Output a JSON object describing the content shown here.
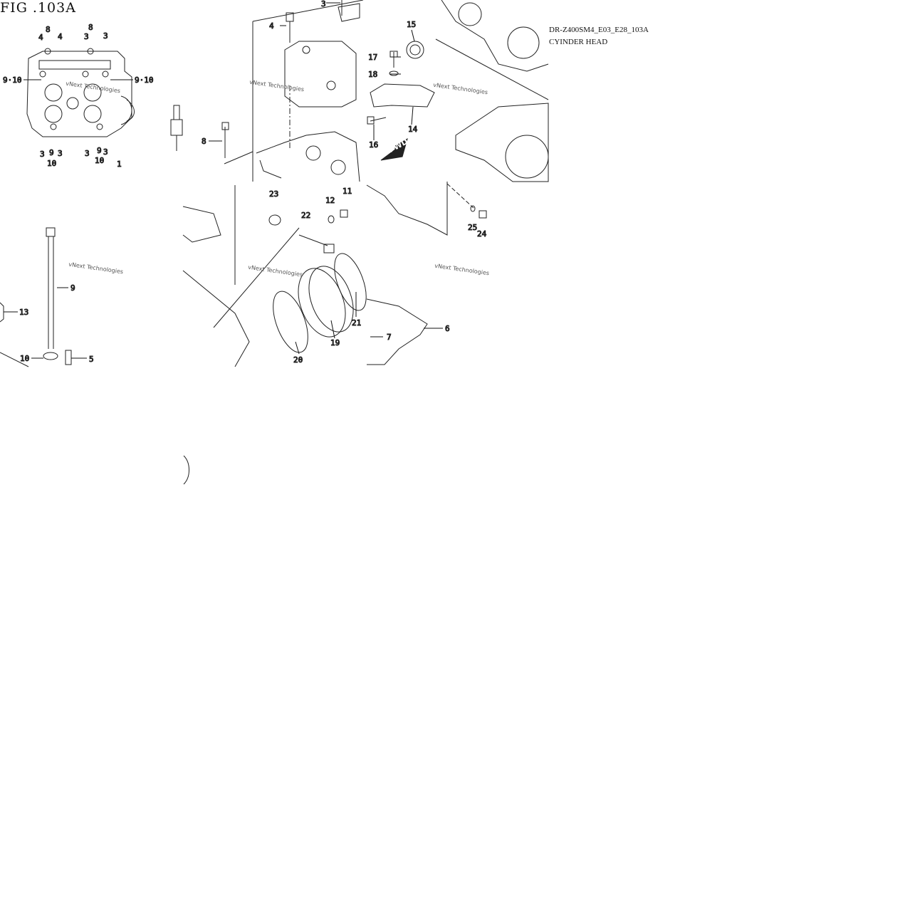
{
  "figure": {
    "title": "FIG .103A",
    "model_code": "DR-Z400SM4_E03_E28_103A",
    "part_name": "CYINDER HEAD",
    "watermark": "vNext Technologies",
    "fwd_label": "FWD"
  },
  "callouts": [
    {
      "id": "c-8a",
      "label": "8"
    },
    {
      "id": "c-8b",
      "label": "8"
    },
    {
      "id": "c-4a",
      "label": "4"
    },
    {
      "id": "c-4b",
      "label": "4"
    },
    {
      "id": "c-3a",
      "label": "3"
    },
    {
      "id": "c-3b",
      "label": "3"
    },
    {
      "id": "c-910a",
      "label": "9·10"
    },
    {
      "id": "c-910b",
      "label": "9·10"
    },
    {
      "id": "c-3c",
      "label": "3"
    },
    {
      "id": "c-9a",
      "label": "9"
    },
    {
      "id": "c-3d",
      "label": "3"
    },
    {
      "id": "c-3e",
      "label": "3"
    },
    {
      "id": "c-9b",
      "label": "9"
    },
    {
      "id": "c-3f",
      "label": "3"
    },
    {
      "id": "c-10a",
      "label": "10"
    },
    {
      "id": "c-10b",
      "label": "10"
    },
    {
      "id": "c-1",
      "label": "1"
    },
    {
      "id": "c-3g",
      "label": "3"
    },
    {
      "id": "c-4c",
      "label": "4"
    },
    {
      "id": "c-8c",
      "label": "8"
    },
    {
      "id": "c-15",
      "label": "15"
    },
    {
      "id": "c-17",
      "label": "17"
    },
    {
      "id": "c-18",
      "label": "18"
    },
    {
      "id": "c-14",
      "label": "14"
    },
    {
      "id": "c-16",
      "label": "16"
    },
    {
      "id": "c-23",
      "label": "23"
    },
    {
      "id": "c-12",
      "label": "12"
    },
    {
      "id": "c-11",
      "label": "11"
    },
    {
      "id": "c-22",
      "label": "22"
    },
    {
      "id": "c-25",
      "label": "25"
    },
    {
      "id": "c-24",
      "label": "24"
    },
    {
      "id": "c-9c",
      "label": "9"
    },
    {
      "id": "c-13",
      "label": "13"
    },
    {
      "id": "c-10c",
      "label": "10"
    },
    {
      "id": "c-5",
      "label": "5"
    },
    {
      "id": "c-21",
      "label": "21"
    },
    {
      "id": "c-19",
      "label": "19"
    },
    {
      "id": "c-20",
      "label": "20"
    },
    {
      "id": "c-7",
      "label": "7"
    },
    {
      "id": "c-6",
      "label": "6"
    }
  ]
}
